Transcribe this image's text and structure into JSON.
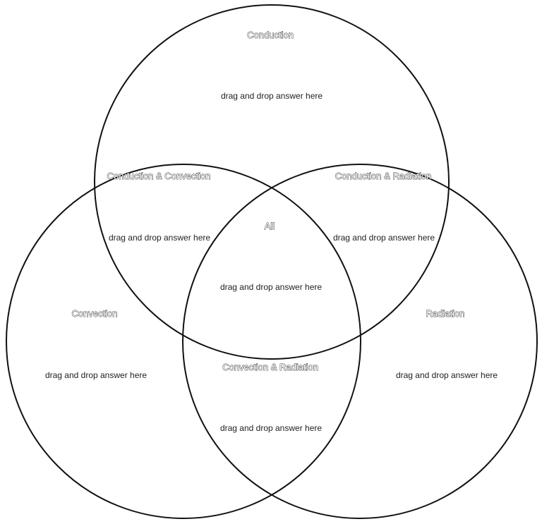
{
  "regions": {
    "conduction": {
      "title": "Conduction",
      "drop_text": "drag and drop answer here"
    },
    "conduction_convection": {
      "title": "Conduction & Convection",
      "drop_text": "drag and drop answer here"
    },
    "conduction_radiation": {
      "title": "Conduction & Radiation",
      "drop_text": "drag and drop answer here"
    },
    "all": {
      "title": "All",
      "drop_text": "drag and drop answer here"
    },
    "convection": {
      "title": "Convection",
      "drop_text": "drag and drop answer here"
    },
    "radiation": {
      "title": "Radiation",
      "drop_text": "drag and drop answer here"
    },
    "convection_radiation": {
      "title": "Convection & Radiation",
      "drop_text": "drag and drop answer here"
    }
  }
}
